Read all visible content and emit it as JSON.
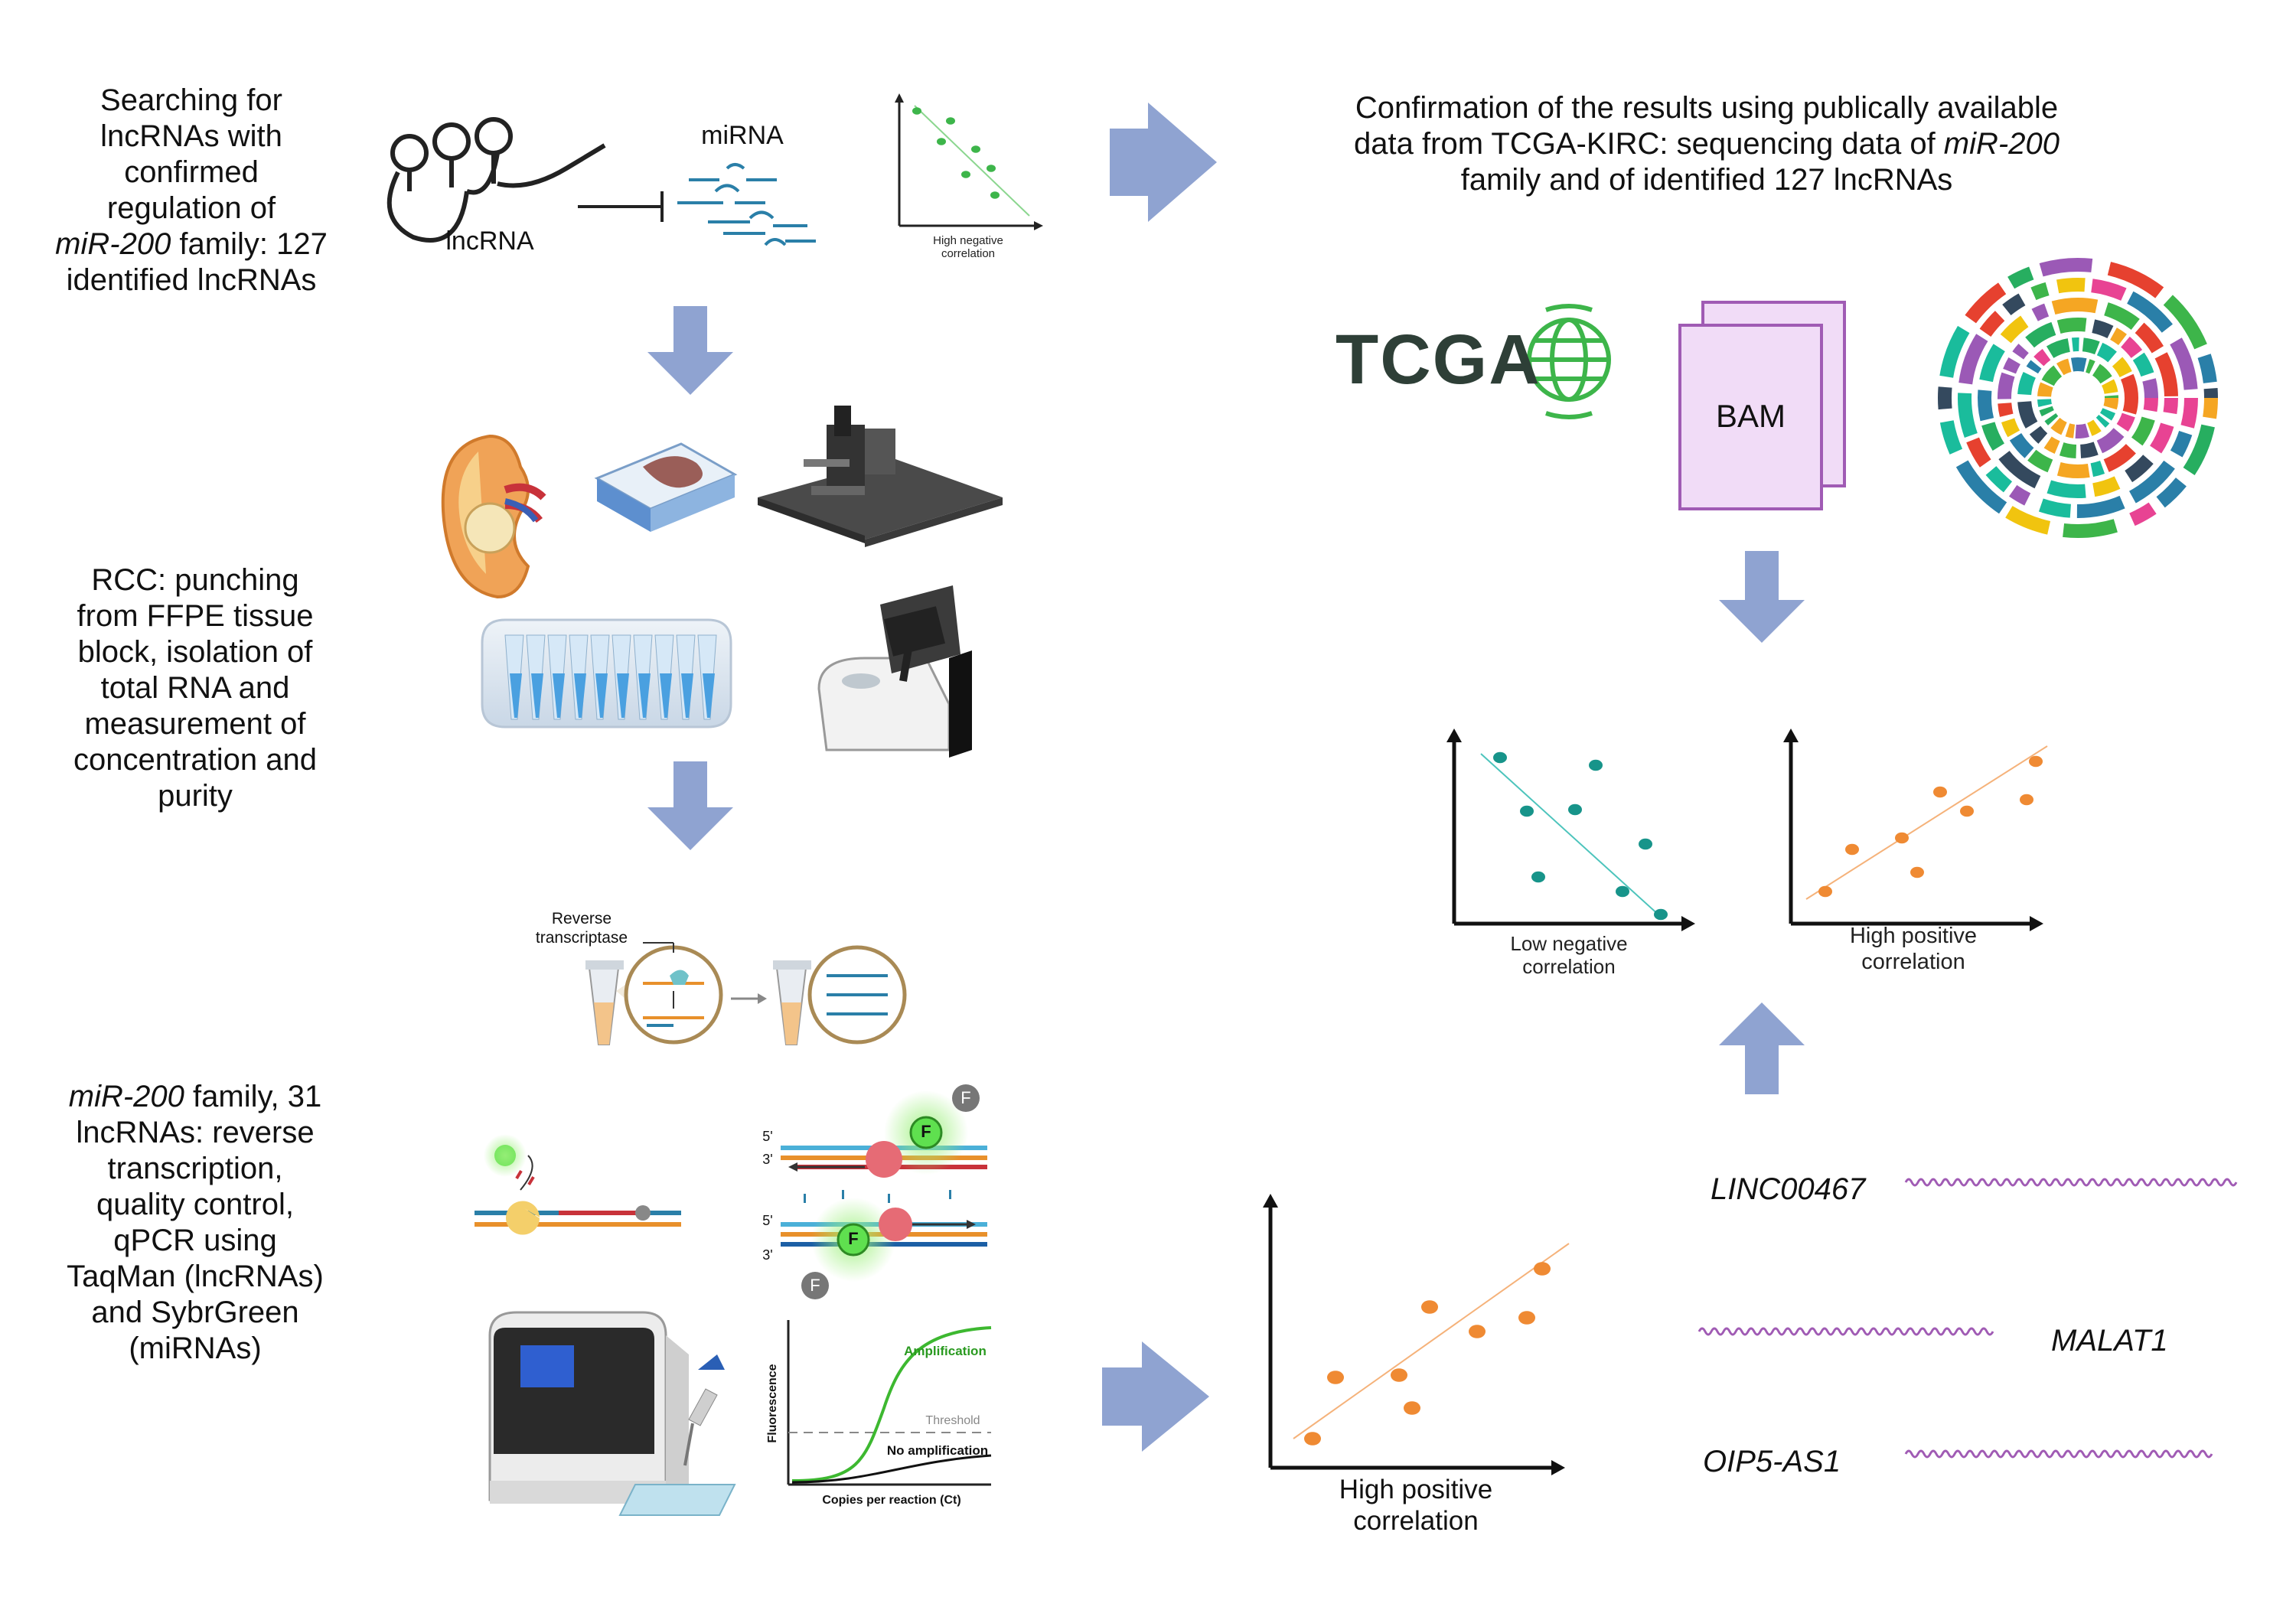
{
  "steps": {
    "search": {
      "lines": [
        "Searching for",
        "lncRNAs with",
        "confirmed",
        "regulation of"
      ],
      "family_italic": "miR-200",
      "family_rest": " family: 127",
      "last": "identified lncRNAs"
    },
    "rcc": {
      "lines": [
        "RCC: punching",
        "from FFPE tissue",
        "block, isolation of",
        "total RNA and",
        "measurement of",
        "concentration and",
        "purity"
      ]
    },
    "qpcr": {
      "first_italic": "miR-200",
      "first_rest": " family, 31",
      "lines": [
        "lncRNAs: reverse",
        "transcription,",
        "quality control,",
        "qPCR using",
        "TaqMan (lncRNAs)",
        "and SybrGreen",
        "(miRNAs)"
      ]
    }
  },
  "top_panel": {
    "lncrna_label": "lncRNA",
    "mirna_label": "miRNA",
    "mini_chart_label_1": "High negative",
    "mini_chart_label_2": "correlation"
  },
  "rt_panel": {
    "label_1": "Reverse",
    "label_2": "transcriptase"
  },
  "probe_panel": {
    "strand_5": "5'",
    "strand_3": "3'",
    "fluor": "F"
  },
  "amp_chart": {
    "amplification": "Amplification",
    "threshold": "Threshold",
    "no_amplification": "No amplification",
    "ylabel": "Fluorescence",
    "xlabel": "Copies per reaction (Ct)"
  },
  "confirmation": {
    "line1": "Confirmation of the results using publically available",
    "line2_pre": "data from TCGA-KIRC: sequencing data of ",
    "line2_italic": "miR-200",
    "line3": "family and of identified 127 lncRNAs"
  },
  "tcga": {
    "logo_text": "TCGA",
    "bam_label": "BAM"
  },
  "correlation_charts": [
    {
      "label_1": "Low negative",
      "label_2": "correlation"
    },
    {
      "label_1": "High positive",
      "label_2": "correlation"
    },
    {
      "label_1": "High positive",
      "label_2": "correlation"
    }
  ],
  "genes": [
    "LINC00467",
    "MALAT1",
    "OIP5-AS1"
  ],
  "colors": {
    "arrow": "#8fa3d1",
    "teal_points": "#17948a",
    "orange_points": "#ef8a33",
    "green_points": "#3db54a",
    "purple": "#a05bb4",
    "bam_fill": "#f1dcf7"
  }
}
